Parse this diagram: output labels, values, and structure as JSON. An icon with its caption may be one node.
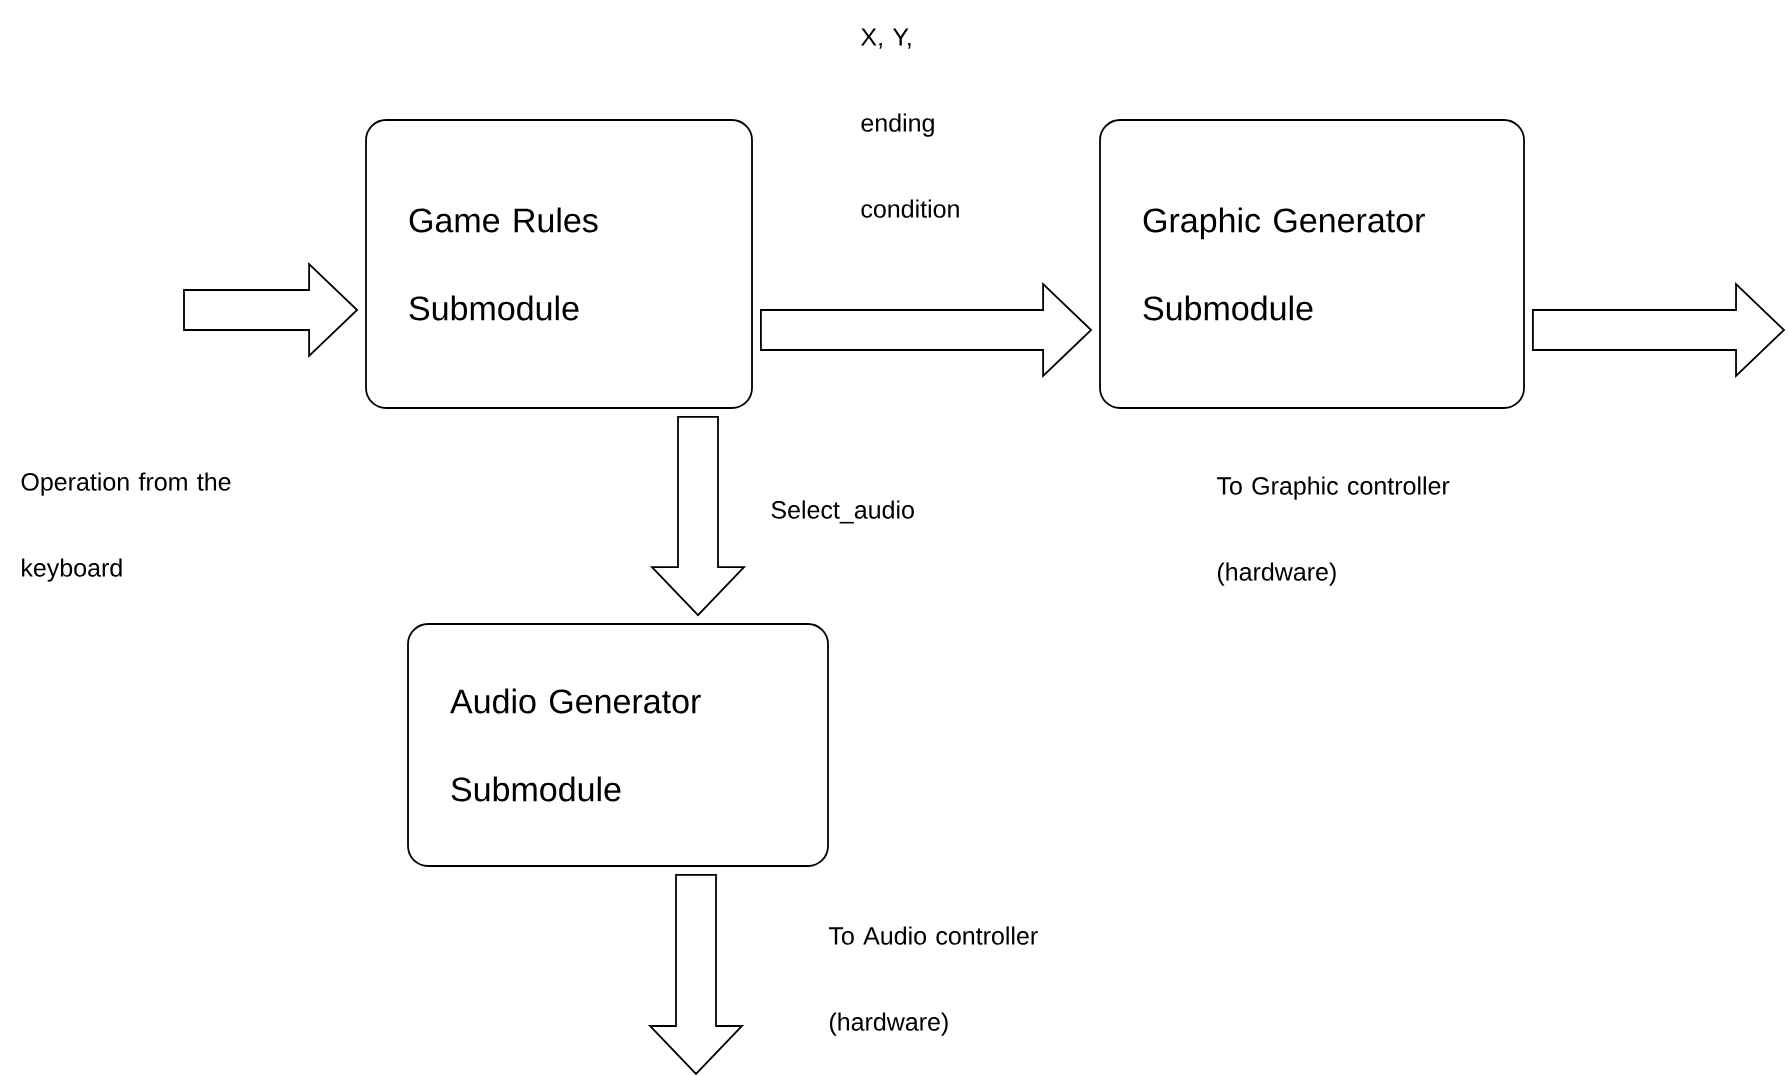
{
  "diagram": {
    "nodes": [
      {
        "text": [
          "Game Rules Submodule"
        ]
      },
      {
        "text": [
          "Graphic Generator Submodule"
        ]
      },
      {
        "text": [
          "Audio Generator Submodule"
        ]
      }
    ],
    "edges": [
      {
        "from": null,
        "to": 0,
        "arrow": "to"
      },
      {
        "from": 0,
        "to": 1,
        "arrow": "to",
        "label": "X, Y, ending condition"
      },
      {
        "from": 0,
        "to": 2,
        "arrow": "to",
        "label": "Select_audio"
      },
      {
        "from": 1,
        "to": null,
        "arrow": "to"
      },
      {
        "from": 2,
        "to": null,
        "arrow": "to"
      }
    ],
    "labels": [
      "Operation from the keyboard",
      "To Graphic controller (hardware)",
      "To Audio controller (hardware)"
    ]
  }
}
